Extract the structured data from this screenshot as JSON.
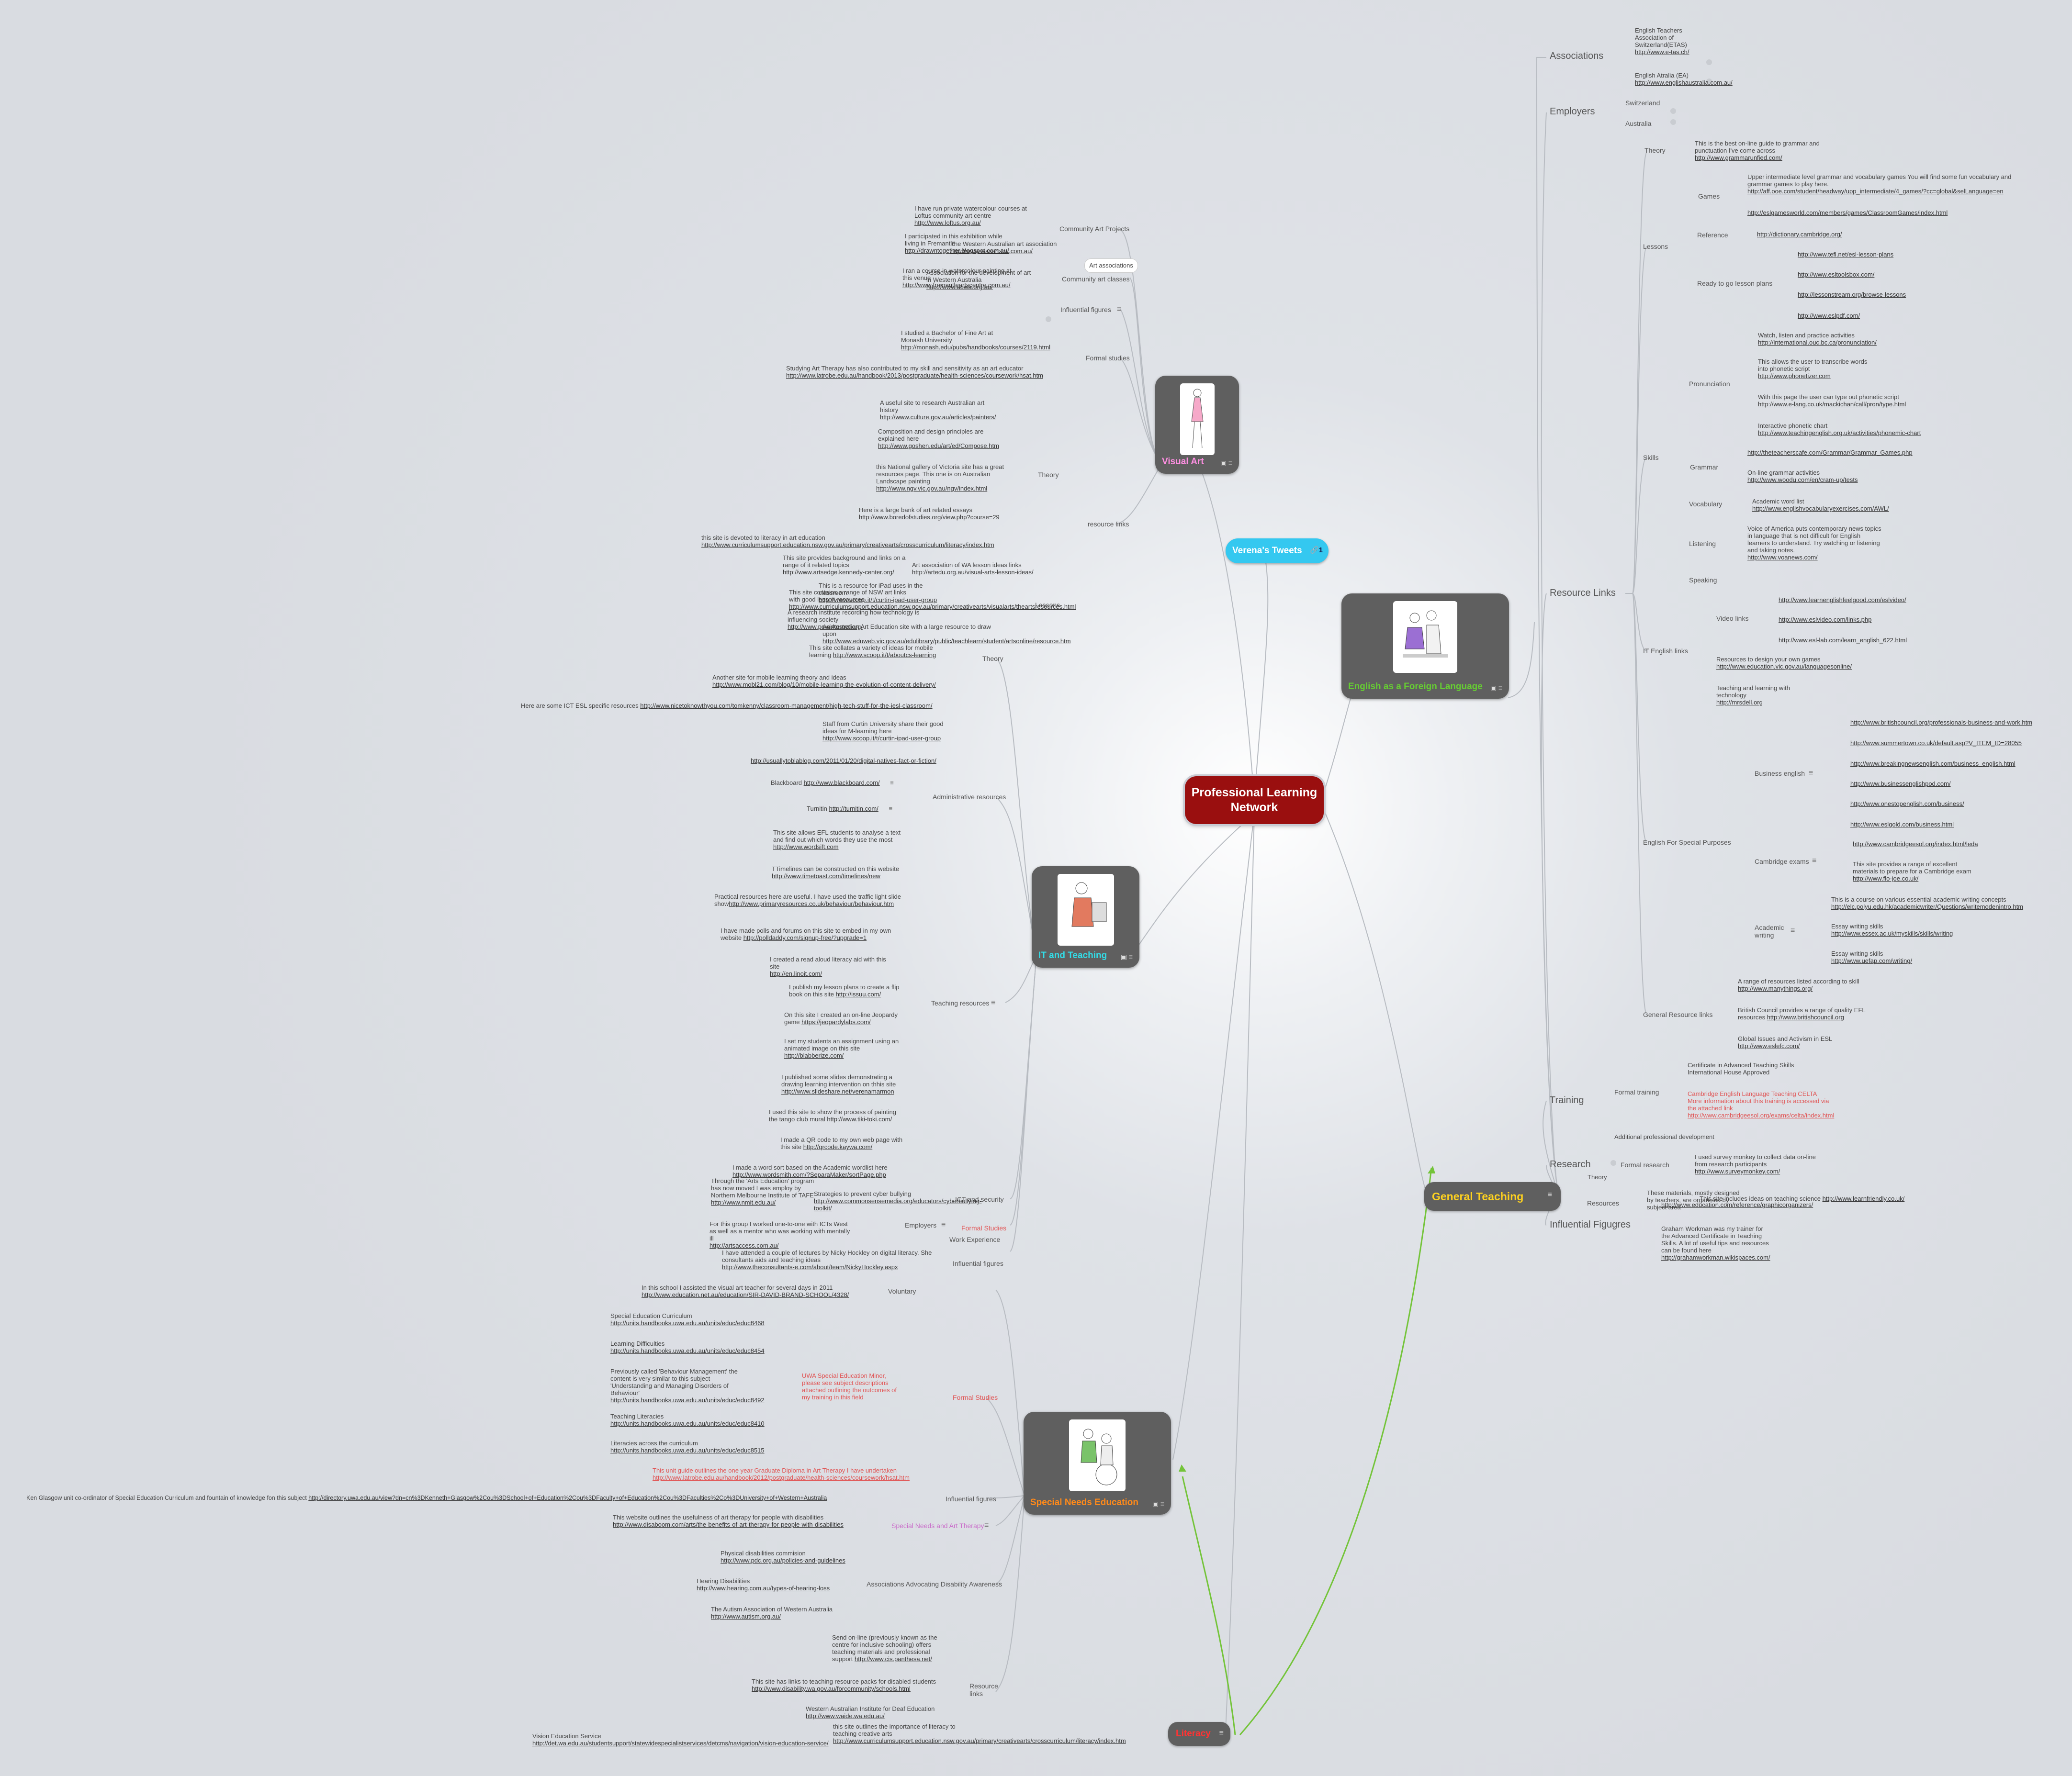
{
  "central": {
    "title_line1": "Professional Learning",
    "title_line2": "Network"
  },
  "hubs": {
    "visual_art": {
      "label": "Visual Art",
      "color": "#ff8fe3"
    },
    "tweets": {
      "label": "Verena's Tweets",
      "count": "1"
    },
    "efl": {
      "label": "English as a Foreign Language",
      "color": "#66cc33"
    },
    "it": {
      "label": "IT and Teaching",
      "color": "#33dde8"
    },
    "general": {
      "label": "General Teaching",
      "color": "#ffd21f"
    },
    "sne": {
      "label": "Special Needs Education",
      "color": "#ff8a1a"
    },
    "literacy": {
      "label": "Literacy",
      "color": "#ff3333"
    }
  },
  "general": {
    "associations": "Associations",
    "etas": "English Teachers Association of Switzerland(ETAS)",
    "etas_url": "http://www.e-tas.ch/",
    "ea": "English Atralia (EA)",
    "ea_url": "http://www.englishaustralia.com.au/",
    "employers": "Employers",
    "switzerland": "Switzerland",
    "australia": "Australia",
    "resource_links": "Resource Links",
    "theory": "Theory",
    "theory_text": "This is the best on-line guide to grammar and punctuation I've come across",
    "theory_url": "http://www.grammarunfied.com/",
    "lessons": "Lessons",
    "games": "Games",
    "games_text": "Upper intermediate level grammar and vocabulary games You will find some fun vocabulary and grammar games to play here.",
    "games_url1": "http://aff.ooe.com/student/headway/upp_intermediate/4_games/?cc=global&selLanguage=en",
    "games_url2": "http://eslgamesworld.com/members/games/ClassroomGames/index.html",
    "reference": "Reference",
    "reference_url": "http://dictionary.cambridge.org/",
    "ready": "Ready to go lesson plans",
    "ready_url1": "http://www.tefl.net/esl-lesson-plans",
    "ready_url2": "http://www.esltoolsbox.com/",
    "ready_url3": "http://lessonstream.org/browse-lessons",
    "ready_url4": "http://www.eslpdf.com/",
    "skills": "Skills",
    "pronunciation": "Pronunciation",
    "pron1": "Watch, listen and practice activities",
    "pron1_url": "http://international.ouc.bc.ca/pronunciation/",
    "pron2": "This allows the user to transcribe words into phonetic script",
    "pron2_url": "http://www.phonetizer.com",
    "pron3": "With this page the user can type out phonetic script",
    "pron3_url": "http://www.e-lang.co.uk/mackichan/call/pron/type.html",
    "pron4": "Interactive phonetic chart",
    "pron4_url": "http://www.teachingenglish.org.uk/activities/phonemic-chart",
    "grammar": "Grammar",
    "gram_url1": "http://theteacherscafe.com/Grammar/Grammar_Games.php",
    "gram2": "On-line grammar activities",
    "gram2_url": "http://www.woodu.com/en/cram-up/tests",
    "vocabulary": "Vocabulary",
    "vocab1": "Academic word list",
    "vocab1_url": "http://www.englishvocabularyexercises.com/AWL/",
    "listening": "Listening",
    "listen1": "Voice of America puts contemporary news topics in language that is not difficult for English learners to understand. Try watching or listening and taking notes.",
    "listen1_url": "http://www.voanews.com/",
    "speaking": "Speaking",
    "it_links": "IT  English links",
    "video_links": "Video links",
    "video_url1": "http://www.learnenglishfeelgood.com/eslvideo/",
    "video_url2": "http://www.eslvideo.com/links.php",
    "video_url3": "http://www.esl-lab.com/learn_english_622.html",
    "design": "Resources to design your own games",
    "design_url": "http://www.education.vic.gov.au/languagesonline/",
    "teachtech": "Teaching and learning with technology",
    "teachtech_url": "http://mrsdell.org",
    "esp": "English For Special Purposes",
    "business": "Business english",
    "bus1": "http://www.britishcouncil.org/professionals-business-and-work.htm",
    "bus2": "http://www.summertown.co.uk/default.asp?V_ITEM_ID=28055",
    "bus3": "http://www.breakingnewsenglish.com/business_english.html",
    "bus4": "http://www.businessenglishpod.com/",
    "bus5": "http://www.onestopenglish.com/business/",
    "bus6": "http://www.eslgold.com/business.html",
    "cambridge": "Cambridge exams",
    "cam1": "http://www.cambridgeesol.org/index.html/leda",
    "cam2": "This site provides a range of excellent materials to prepare for a Cambridge exam",
    "cam2_url": "http://www.flo-joe.co.uk/",
    "academic": "Academic writing",
    "acad1": "This is a course on various essential academic writing  concepts",
    "acad1_url": "http://elc.polyu.edu.hk/academicwriter/Questions/writemodenintro.htm",
    "acad2": "Essay writing skills",
    "acad2_url": "http://www.essex.ac.uk/myskills/skills/writing",
    "acad3": "Essay writing skills",
    "acad3_url": "http://www.uefap.com/writing/",
    "general_res": "General Resource links",
    "gen1": "A range of resources listed according to skill",
    "gen1_url": "http://www.manythings.org/",
    "gen2": "British Council provides a range of quality EFL resources",
    "gen2_url": "http://www.britishcouncil.org",
    "gen3": "Global Issues and Activism in ESL",
    "gen3_url": "http://www.eslefc.com/",
    "training": "Training",
    "formal_training": "Formal training",
    "cert": "Certificate in Advanced Teaching Skills International House Approved",
    "celta": "Cambridge English Language Teaching CELTA  More information about this training is accessed via the attached link",
    "celta_url": "http://www.cambridgeesol.org/exams/celta/index.html",
    "additional": "Additional professional development",
    "research": "Research",
    "formal_research": "Formal research",
    "survey": "I used survey monkey to collect data on-line from research participants",
    "survey_url": "http://www.surveymonkey.com/",
    "gt_theory": "Theory",
    "resources": "Resources",
    "res1": "These materials, mostly designed by teachers, are organised by subject area",
    "res1_url": "http://www.education.com/reference/graphicorganizers/",
    "res2": "This site includes ideas on teaching science",
    "res2_url": "http://www.learnfriendly.co.uk/",
    "influential": "Influential Figugres",
    "graham": "Graham Workman was my trainer for the Advanced Certificate in Teaching Skills. A lot of useful tips and resources can be found here",
    "graham_url": "http://grahamworkman.wikispaces.com/"
  },
  "art": {
    "projects": "Community Art Projects",
    "proj1": "I have run private watercolour courses at Loftus community art centre",
    "proj1_url": "http://www.loftus.org.au/",
    "proj2": "I participated in this exhibition while living in Fremantle",
    "proj2_url": "http://drawntogether.blogspot.com.au/",
    "associations": "Art associations",
    "assoc1": "The Western Australian art association",
    "assoc1_url": "http://www.wasartsoc.com.au/",
    "assoc2": "Association for the development of art in Western Australia",
    "assoc2_url": "http://www.adwa.org.au/",
    "classes": "Community art classes",
    "class1": "I ran a course in watercolour painting at this venue",
    "class1_url": "http://www.fremantleartscentre.com.au/",
    "influential": "Influential figures",
    "formal": "Formal studies",
    "formal1": "I studied a Bachelor of Fine Art at Monash University",
    "formal1_url": "http://monash.edu/pubs/handbooks/courses/2119.html",
    "formal2": "Studying Art Therapy has also contributed to my skill and sensitivity as an art educator",
    "formal2_url": "http://www.latrobe.edu.au/handbook/2013/postgraduate/health-sciences/coursework/hsat.htm",
    "resource_links": "resource links",
    "theory": "Theory",
    "th1": "A useful site to research Australian art history",
    "th1_url": "http://www.culture.gov.au/articles/painters/",
    "th2": "Composition and design principles are explained here",
    "th2_url": "http://www.goshen.edu/art/ed/Compose.htm",
    "th3": "this National gallery of Victoria site has a great resources page. This one is on Australian Landscape painting",
    "th3_url": "http://www.ngv.vic.gov.au/ngv/index.html",
    "th4": "Here is a large bank of art related essays",
    "th4_url": "http://www.boredofstudies.org/view.php?course=29",
    "th5": "this site is devoted to literacy in art education",
    "th5_url": "http://www.curriculumsupport.education.nsw.gov.au/primary/creativearts/crosscurriculum/literacy/index.htm",
    "lessons": "Lessons",
    "les1": "This site provides background and links on a range of it related topics",
    "les1_url": "http://www.artsedge.kennedy-center.org/",
    "les2": "Art association of WA lesson ideas links",
    "les2_url": "http://artedu.org.au/visual-arts-lesson-ideas/",
    "les3": "This site contains a range of NSW art links with good lesson resources",
    "les3_url": "http://www.curriculumsupport.education.nsw.gov.au/primary/creativearts/visualarts/theartsresources.html",
    "les4": "An Australian Art Education site with a large resource to draw upon",
    "les4_url": "http://www.eduweb.vic.gov.au/edulibrary/public/teachlearn/student/artsonline/resource.htm"
  },
  "it": {
    "theory": "Theory",
    "th1": "This is a resource for iPad uses in the classroom",
    "th1_url": "http://www.scoop.it/t/curtin-ipad-user-group",
    "th2": "A research institute recording how technology is influencing society",
    "th2_url": "http://www.pewinternet.org/",
    "th3": "This site collates a variety of ideas for  mobile learning",
    "th3_url": "http://www.scoop.it/t/aboutcs-learning",
    "th4": "Another site for mobile learning theory and ideas",
    "th4_url": "http://www.mobl21.com/blog/10/mobile-learning-the-evolution-of-content-delivery/",
    "th5": "Here are some ICT ESL specific resources",
    "th5_url": "http://www.nicetoknowthyou.com/tomkenny/classroom-management/high-tech-stuff-for-the-iesl-classroom/",
    "th6": "Staff from Curtin University share their good ideas for M-learning here",
    "th6_url": "http://www.scoop.it/t/curtin-ipad-user-group",
    "th7_url": "http://usuallytoblablog.com/2011/01/20/digital-natives-fact-or-fiction/",
    "admin": "Administrative resources",
    "blackboard": "Blackboard",
    "blackboard_url": "http://www.blackboard.com/",
    "turnitin": "Turnitin",
    "turnitin_url": "http://turnitin.com/",
    "teaching": "Teaching resources",
    "tr1": "This site allows EFL students to analyse a text and find out which words they use the most",
    "tr1_url": "http://www.wordsift.com",
    "tr2": "TTimelines can be constructed on this website",
    "tr2_url": "http://www.timetoast.com/timelines/new",
    "tr3": "Practical resources here are useful. I have used the traffic light slide show",
    "tr3_url": "http://www.primaryresources.co.uk/behaviour/behaviour.htm",
    "tr4": "I have made polls and forums on this site to embed in my own website",
    "tr4_url": "http://polldaddy.com/signup-free/?upgrade=1",
    "tr5": "I created a read aloud literacy aid with this site",
    "tr5_url": "http://en.linoit.com/",
    "tr6": "I publish my lesson plans to create a flip book on this site",
    "tr6_url": "http://issuu.com/",
    "tr7": "On this site I created an on-line Jeopardy game",
    "tr7_url": "https://jeopardylabs.com/",
    "tr8": "I set my students an assignment using an animated image on this site",
    "tr8_url": "http://blabberize.com/",
    "tr9": "I published some slides demonstrating a drawing learning intervention on thhis site",
    "tr9_url": "http://www.slideshare.net/verenamarmon",
    "tr10": "I used this site to show the process of painting the tango club mural",
    "tr10_url": "http://www.tiki-toki.com/",
    "tr11": "I made a QR code to my own web page with this site",
    "tr11_url": "http://qrcode.kaywa.com/",
    "tr12": "I made a word sort based on the Academic wordlist here",
    "tr12_url": "http://www.wordsmith.com/?SeparaMaker/sortPage.php",
    "ict": "ICT and security",
    "ict1": "Strategies to prevent cyber bullying",
    "ict1_url": "http://www.commonsensemedia.org/educators/cyberbullying-toolkit/",
    "employers": "Employers",
    "emp1": "Through the 'Arts Education' program has now moved I was employ by Northern Melbourne Institute of TAFE",
    "emp1_url": "http://www.nmit.edu.au/"
  },
  "sne": {
    "formal_studies_top": "Formal Studies",
    "work_experience": "Work Experience",
    "we1": "For this group I worked one-to-one with ICTs West as well as a mentor who was working with mentally ill",
    "we1_url": "http://artsaccess.com.au/",
    "we2": "I have attended a couple of lectures by Nicky Hockley on digital literacy. She consultants aids and teaching ideas",
    "we2_url": "http://www.theconsultants-e.com/about/team/NickyHockley.aspx",
    "influential_top": "Influential figures",
    "voluntary": "Voluntary",
    "vol1": "In this school I assisted the visual art teacher for several days in 2011",
    "vol1_url": "http://www.education.net.au/education/SIR-DAVID-BRAND-SCHOOL/4328/",
    "formal_studies": "Formal Studies",
    "uwa": "UWA Special Education Minor, please see subject descriptions attached outlining the outcomes of my training in this field",
    "f1": "Special Education Curriculum",
    "f1_url": "http://units.handbooks.uwa.edu.au/units/educ/educ8468",
    "f2": "Learning Difficulties",
    "f2_url": "http://units.handbooks.uwa.edu.au/units/educ/educ8454",
    "f3": "Previously called 'Behaviour Management' the content is very similar to this subject 'Understanding and Managing Disorders of Behaviour'",
    "f3_url": "http://units.handbooks.uwa.edu.au/units/educ/educ8492",
    "f4": "Teaching Literacies",
    "f4_url": "http://units.handbooks.uwa.edu.au/units/educ/educ8410",
    "f5": "Literacies across the curriculum",
    "f5_url": "http://units.handbooks.uwa.edu.au/units/educ/educ8515",
    "f6": "This unit guide outlines the one year Graduate Diploma in Art Therapy I have undertaken",
    "f6_url": "http://www.latrobe.edu.au/handbook/2012/postgraduate/health-sciences/coursework/hsat.htm",
    "influential": "Influential figures",
    "ken": "Ken Glasgow unit co-ordinator of Special Education Curriculum and fountain of knowledge fon this subject",
    "ken_url": "http://directory.uwa.edu.au/view?dn=cn%3DKenneth+Glasgow%2Cou%3DSchool+of+Education%2Cou%3DFaculty+of+Education%2Cou%3DFaculties%2Co%3DUniversity+of+Western+Australia",
    "snat": "Special Needs and Art Therapy",
    "snat1": "This website outlines the usefulness of art therapy for people with disabilities",
    "snat1_url": "http://www.disaboom.com/arts/the-benefits-of-art-therapy-for-people-with-disabilities",
    "assoc": "Associations Advocating Disability Awareness",
    "a1": "Physical disabilities commision",
    "a1_url": "http://www.pdc.org.au/policies-and-guidelines",
    "a2": "Hearing Disabilities",
    "a2_url": "http://www.hearing.com.au/types-of-hearing-loss",
    "a3": "The Autism Association of Western Australia",
    "a3_url": "http://www.autism.org.au/",
    "resource": "Resource links",
    "r1": "Send on-line (previously known as the centre for inclusive schooling) offers teaching materials and professional support",
    "r1_url": "http://www.cis.panthesa.net/",
    "r2": "This site has links to teaching resource packs for disabled students",
    "r2_url": "http://www.disability.wa.gov.au/forcommunity/schools.html",
    "r3": "Western Australian Institute for Deaf Education",
    "r3_url": "http://www.waide.wa.edu.au/"
  },
  "literacy": {
    "vision": "Vision Education Service",
    "vision_url": "http://det.wa.edu.au/studentsupport/statewidespecialistservices/detcms/navigation/vision-education-service/",
    "lit1": "this site outlines the importance of literacy to teaching creative arts",
    "lit1_url": "http://www.curriculumsupport.education.nsw.gov.au/primary/creativearts/crosscurriculum/literacy/index.htm"
  },
  "icons": {
    "note": "note-icon",
    "image": "image-icon",
    "link": "link-icon",
    "pencil": "pencil-icon"
  }
}
